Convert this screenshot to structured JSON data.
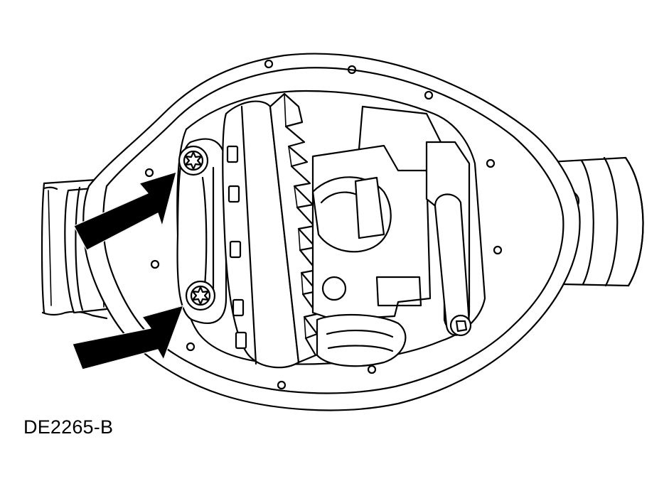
{
  "figure": {
    "code": "DE2265-B"
  },
  "colors": {
    "line": "#000000",
    "background": "#ffffff"
  },
  "callouts": {
    "count": 2,
    "target": "differential-bearing-cap-bolts"
  }
}
